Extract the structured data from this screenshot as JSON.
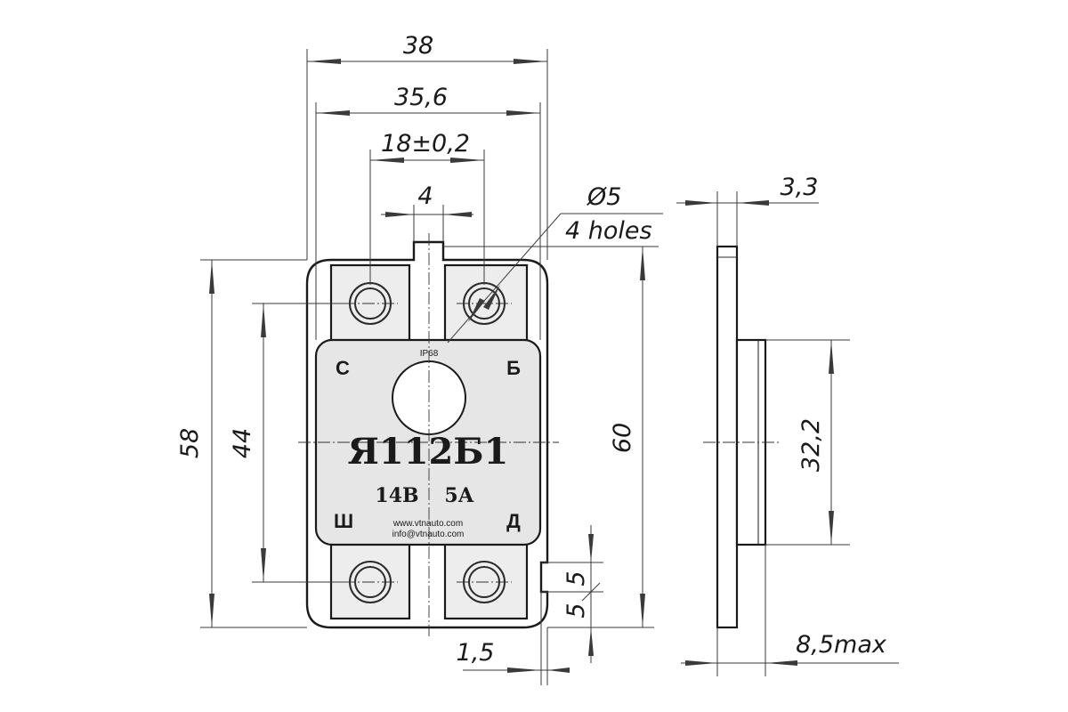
{
  "dimensions": {
    "overall_width": "38",
    "hole_span_outer": "35,6",
    "hole_spacing": "18±0,2",
    "slot_width": "4",
    "hole_diameter": "Ø5",
    "hole_count": "4 holes",
    "plate_thickness": "3,3",
    "height_58": "58",
    "hole_vertical_spacing": "44",
    "overall_height": "60",
    "body_height": "32,2",
    "notch_5a": "5",
    "notch_5b": "5",
    "notch_depth": "1,5",
    "max_depth": "8,5max"
  },
  "label": {
    "rating": "IP68",
    "terminal_top_left": "С",
    "terminal_top_right": "Б",
    "terminal_bottom_left": "Ш",
    "terminal_bottom_right": "Д",
    "model": "Я112Б1",
    "voltage": "14В",
    "current": "5А",
    "website": "www.vtnauto.com",
    "email": "info@vtnauto.com"
  }
}
